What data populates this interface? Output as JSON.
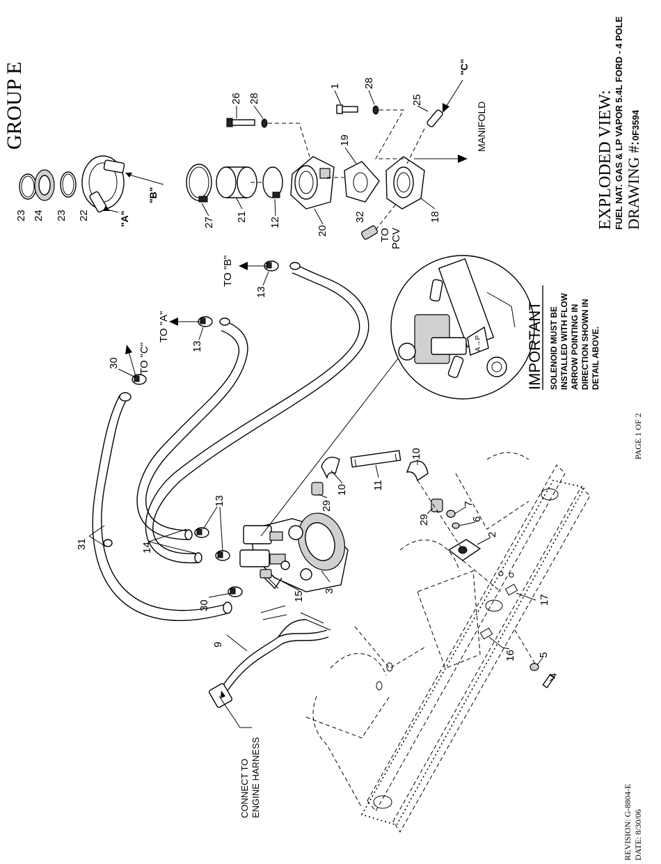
{
  "header": {
    "group": "GROUP E",
    "view_title": "EXPLODED VIEW:",
    "subtitle": "FUEL NAT. GAS & LP VAPOR 5.4L FORD - 4 POLE",
    "drawing_label": "DRAWING #:",
    "drawing_number": "0F3594"
  },
  "footer": {
    "page": "PAGE 1 OF 2",
    "revision": "REVISION: G-8804-E",
    "date": "DATE: 8/30/06"
  },
  "notes": {
    "important_title": "IMPORTANT",
    "important_lines": [
      "SOLENOID MUST BE",
      "INSTALLED WITH FLOW",
      "ARROW POINTING IN",
      "DIRECTION SHOWN IN",
      "DETAIL ABOVE."
    ]
  },
  "labels": {
    "manifold": "MANIFOLD",
    "to_pcv_1": "TO",
    "to_pcv_2": "PCV",
    "to_a": "TO \"A\"",
    "to_b": "TO \"B\"",
    "to_c": "TO \"C\"",
    "port_a": "\"A\"",
    "port_b": "\"B\"",
    "port_c": "\"C\"",
    "harness_1": "CONNECT TO",
    "harness_2": "ENGINE HARNESS"
  },
  "callouts": {
    "c1": "1",
    "c2": "2",
    "c3": "3",
    "c4": "4",
    "c5": "5",
    "c6": "6",
    "c7": "7",
    "c9": "9",
    "c10a": "10",
    "c10b": "10",
    "c11": "11",
    "c12": "12",
    "c13a": "13",
    "c13b": "13",
    "c13c": "13",
    "c14": "14",
    "c15": "15",
    "c16": "16",
    "c17": "17",
    "c18": "18",
    "c19": "19",
    "c20": "20",
    "c21": "21",
    "c22": "22",
    "c23a": "23",
    "c23b": "23",
    "c24": "24",
    "c25": "25",
    "c26": "26",
    "c27": "27",
    "c28a": "28",
    "c28b": "28",
    "c29a": "29",
    "c29b": "29",
    "c30a": "30",
    "c30b": "30",
    "c31": "31",
    "c32": "32"
  }
}
